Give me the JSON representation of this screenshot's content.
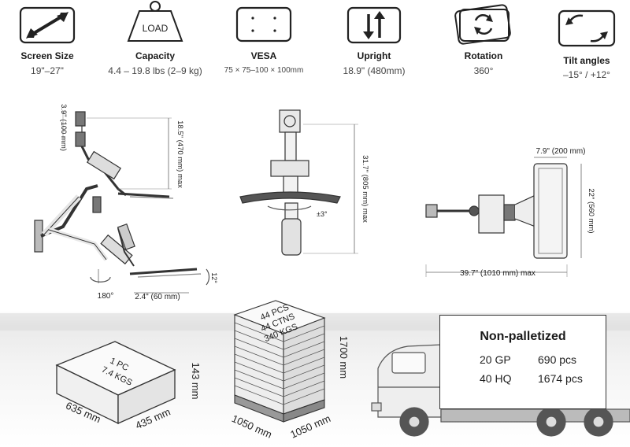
{
  "specs": [
    {
      "title": "Screen Size",
      "value": "19\"–27\"",
      "icon": "diagonal-arrow-icon"
    },
    {
      "title": "Capacity",
      "value": "4.4 – 19.8 lbs (2–9 kg)",
      "icon": "load-weight-icon",
      "icon_text": "LOAD"
    },
    {
      "title": "VESA",
      "value": "75 × 75–100 × 100mm",
      "icon": "vesa-plate-icon"
    },
    {
      "title": "Upright",
      "value": "18.9\" (480mm)",
      "icon": "up-down-arrows-icon"
    },
    {
      "title": "Rotation",
      "value": "360°",
      "icon": "rotation-icon"
    },
    {
      "title": "Tilt angles",
      "value": "–15°   / +12°",
      "icon": "tilt-arrows-icon"
    }
  ],
  "side_view": {
    "top_offset": "3.9\" (100 mm)",
    "height_range": "18.5\" (470 mm) max",
    "rotation": "180°",
    "depth_offset": "2.4\" (60 mm)",
    "tilt": "12°"
  },
  "front_view": {
    "height": "31.7\" (805 mm) max",
    "swivel": "±3°"
  },
  "top_view": {
    "tray_depth": "7.9\" (200 mm)",
    "tray_width": "22\" (560 mm)",
    "reach": "39.7\" (1010 mm) max"
  },
  "single_box": {
    "line1": "1 PC",
    "line2": "7.4  KGS",
    "length": "635 mm",
    "width": "435 mm",
    "height": "143 mm"
  },
  "pallet": {
    "line1": "44 PCS",
    "line2": "44 CTNS",
    "line3": "340 KGS",
    "length": "1050 mm",
    "width": "1050 mm",
    "height": "1700 mm"
  },
  "shipping": {
    "title": "Non-palletized",
    "rows": [
      {
        "container": "20 GP",
        "qty": "690 pcs"
      },
      {
        "container": "40 HQ",
        "qty": "1674 pcs"
      }
    ]
  }
}
